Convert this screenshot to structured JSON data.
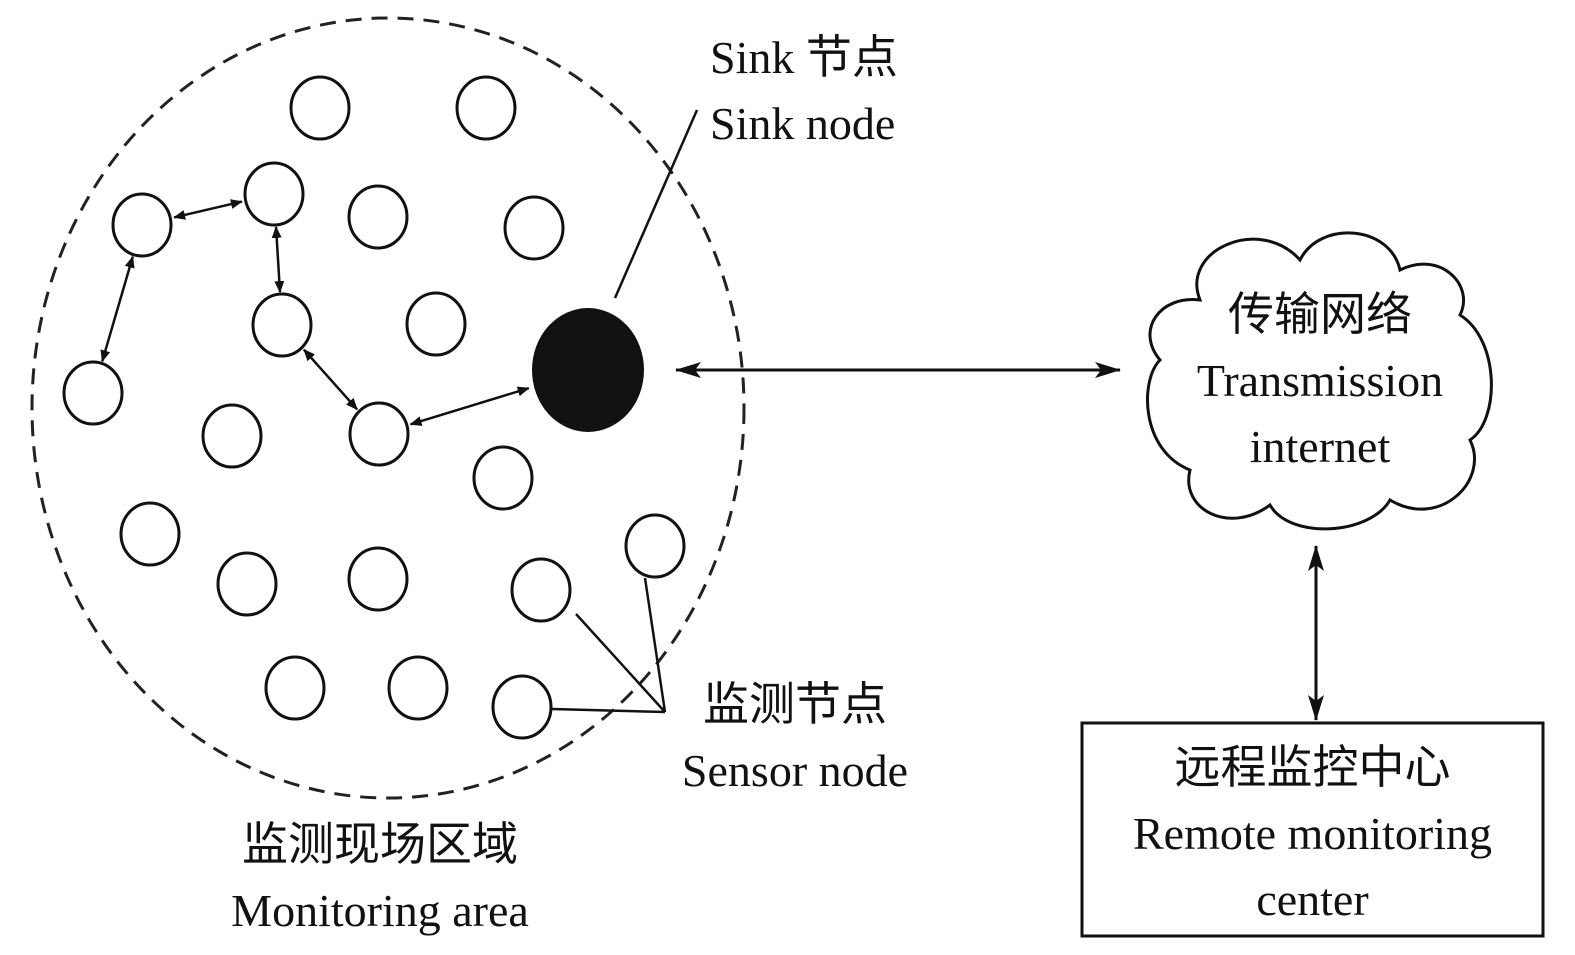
{
  "labels": {
    "sink_zh": "Sink 节点",
    "sink_en": "Sink node",
    "network_zh": "传输网络",
    "network_en_1": "Transmission",
    "network_en_2": "internet",
    "sensor_zh": "监测节点",
    "sensor_en": "Sensor node",
    "area_zh": "监测现场区域",
    "area_en": "Monitoring area",
    "center_zh": "远程监控中心",
    "center_en_1": "Remote monitoring",
    "center_en_2": "center"
  },
  "colors": {
    "stroke": "#111111",
    "sink_fill": "#111111",
    "background": "#ffffff"
  }
}
